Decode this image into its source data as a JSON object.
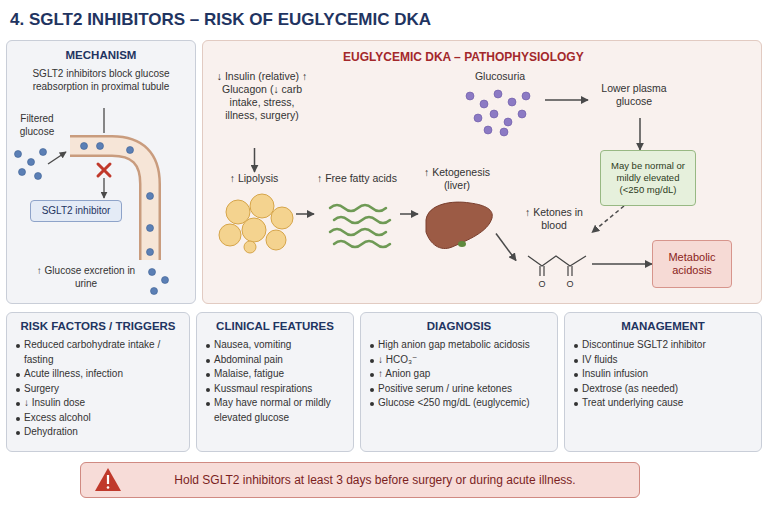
{
  "diagram": {
    "title": "4. SGLT2 INHIBITORS – RISK OF EUGLYCEMIC DKA",
    "nodes": [
      {
        "text": [
          "MECHANISM",
          "SGLT2 inhibitors block glucose reabsorption in proximal tubule"
        ]
      },
      {
        "text": [
          "SGLT2 inhibitor"
        ],
        "in": 0
      },
      {
        "text": [
          "EUGLYCEMIC DKA – PATHOPHYSIOLOGY"
        ]
      },
      {
        "text": [
          "↓ Insulin (relative) ↑ Glucagon (↓ carb intake, stress, illness, surgery)"
        ],
        "in": 2
      },
      {
        "text": [
          "↑ Lipolysis"
        ],
        "in": 2
      },
      {
        "text": [
          "↑ Free fatty acids"
        ],
        "in": 2
      },
      {
        "text": [
          "↑ Ketogenesis (liver)"
        ],
        "in": 2
      },
      {
        "text": [
          "Glucosuria"
        ],
        "in": 2
      },
      {
        "text": [
          "Lower plasma glucose"
        ],
        "in": 2
      },
      {
        "text": [
          "May be normal or mildly elevated (<250 mg/dL)"
        ],
        "in": 2
      },
      {
        "text": [
          "↑ Ketones in blood"
        ],
        "in": 2
      },
      {
        "text": [
          "Metabolic acidosis"
        ],
        "in": 2
      },
      {
        "text": [
          "RISK FACTORS / TRIGGERS",
          "Reduced carbohydrate intake / fasting",
          "Acute illness, infection",
          "Surgery",
          "↓ Insulin dose",
          "Excess alcohol",
          "Dehydration"
        ]
      },
      {
        "text": [
          "CLINICAL FEATURES",
          "Nausea, vomiting",
          "Abdominal pain",
          "Malaise, fatigue",
          "Kussmaul respirations",
          "May have normal or mildly elevated glucose"
        ]
      },
      {
        "text": [
          "DIAGNOSIS",
          "High anion gap metabolic acidosis",
          "↓ HCO₃⁻",
          "↑ Anion gap",
          "Positive serum / urine ketones",
          "Glucose <250 mg/dL (euglycemic)"
        ]
      },
      {
        "text": [
          "MANAGEMENT",
          "Discontinue SGLT2 inhibitor",
          "IV fluids",
          "Insulin infusion",
          "Dextrose (as needed)",
          "Treat underlying cause"
        ]
      },
      {
        "text": [
          "Hold SGLT2 inhibitors at least 3 days before surgery or during acute illness."
        ]
      }
    ],
    "edges": [
      {
        "from": 3,
        "to": 4,
        "arrow": "to"
      },
      {
        "from": 4,
        "to": 5,
        "arrow": "to"
      },
      {
        "from": 5,
        "to": 6,
        "arrow": "to"
      },
      {
        "from": 6,
        "to": 10,
        "arrow": "to"
      },
      {
        "from": 10,
        "to": 11,
        "arrow": "to"
      },
      {
        "from": 7,
        "to": 8,
        "arrow": "to"
      },
      {
        "from": 8,
        "to": 9,
        "arrow": "to"
      },
      {
        "from": 9,
        "to": 10,
        "arrow": "to"
      }
    ],
    "labels": [
      "Filtered glucose",
      "↑ Glucose excretion in urine",
      "O",
      "O"
    ]
  }
}
